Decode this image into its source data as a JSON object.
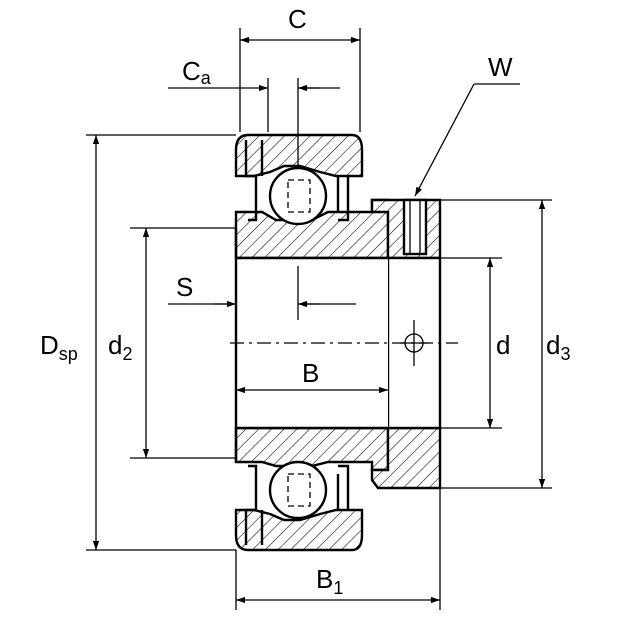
{
  "diagram": {
    "labels": {
      "C": "C",
      "Ca_main": "C",
      "Ca_sub": "a",
      "W": "W",
      "S": "S",
      "B": "B",
      "B1_main": "B",
      "B1_sub": "1",
      "Dsp_main": "D",
      "Dsp_sub": "sp",
      "d2_main": "d",
      "d2_sub": "2",
      "d": "d",
      "d3_main": "d",
      "d3_sub": "3"
    }
  }
}
